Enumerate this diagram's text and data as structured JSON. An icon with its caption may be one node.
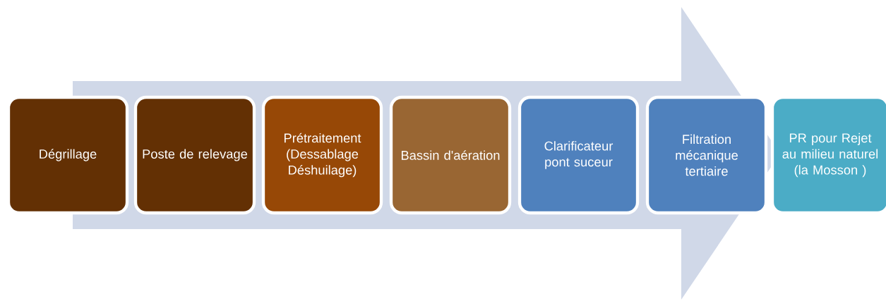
{
  "diagram": {
    "nodes": [
      {
        "text": [
          "Dégrillage"
        ]
      },
      {
        "text": [
          "Poste de relevage"
        ]
      },
      {
        "text": [
          "Prétraitement (Dessablage Déshuilage)"
        ]
      },
      {
        "text": [
          "Bassin d'aération"
        ]
      },
      {
        "text": [
          "Clarificateur pont suceur"
        ]
      },
      {
        "text": [
          "Filtration mécanique tertiaire"
        ]
      },
      {
        "text": [
          "PR pour Rejet au milieu naturel (la Mosson )"
        ]
      }
    ]
  }
}
